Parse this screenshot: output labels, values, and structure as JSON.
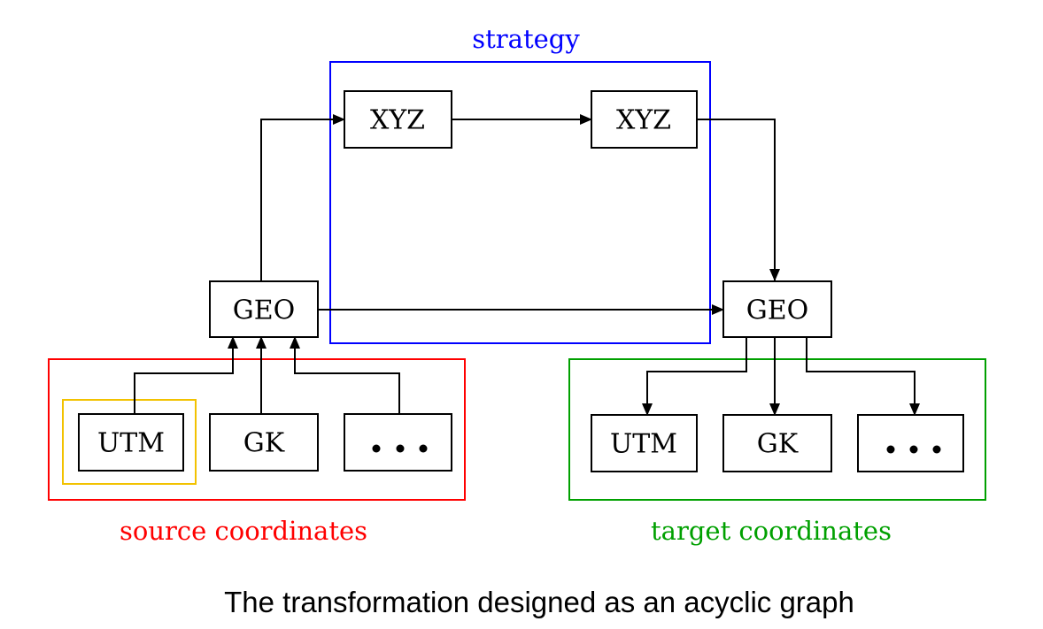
{
  "caption": "The transformation designed as an acyclic graph",
  "groups": {
    "strategy": {
      "label": "strategy",
      "color": "#0000ff"
    },
    "source": {
      "label": "source coordinates",
      "color": "#ff0000"
    },
    "target": {
      "label": "target coordinates",
      "color": "#00a000"
    },
    "selected_color": "#f2c200"
  },
  "nodes": {
    "xyz_left": {
      "label": "XYZ"
    },
    "xyz_right": {
      "label": "XYZ"
    },
    "geo_source": {
      "label": "GEO"
    },
    "geo_target": {
      "label": "GEO"
    },
    "utm_source": {
      "label": "UTM"
    },
    "gk_source": {
      "label": "GK"
    },
    "more_source": {
      "icon": "ellipsis-dots"
    },
    "utm_target": {
      "label": "UTM"
    },
    "gk_target": {
      "label": "GK"
    },
    "more_target": {
      "icon": "ellipsis-dots"
    }
  }
}
